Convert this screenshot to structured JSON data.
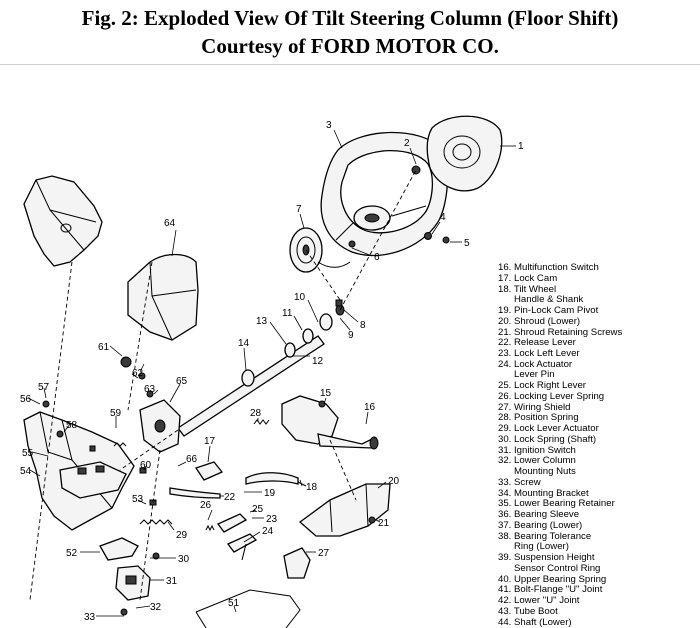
{
  "header": {
    "title": "Fig. 2: Exploded View Of Tilt Steering Column (Floor Shift)",
    "courtesy": "Courtesy of FORD MOTOR CO."
  },
  "callouts": [
    "1",
    "2",
    "3",
    "4",
    "5",
    "6",
    "7",
    "8",
    "9",
    "10",
    "11",
    "12",
    "13",
    "14",
    "15",
    "16",
    "17",
    "18",
    "19",
    "20",
    "21",
    "22",
    "23",
    "24",
    "25",
    "26",
    "27",
    "28",
    "29",
    "30",
    "31",
    "32",
    "33",
    "51",
    "52",
    "53",
    "54",
    "55",
    "56",
    "57",
    "58",
    "59",
    "60",
    "61",
    "62",
    "63",
    "64",
    "65",
    "66"
  ],
  "legend": [
    "16. Multifunction Switch",
    "17. Lock Cam",
    "18. Tilt Wheel",
    "Handle & Shank",
    "19. Pin-Lock Cam Pivot",
    "20. Shroud (Lower)",
    "21. Shroud Retaining Screws",
    "22. Release Lever",
    "23. Lock Left Lever",
    "24. Lock Actuator",
    "Lever Pin",
    "25. Lock Right Lever",
    "26. Locking Lever Spring",
    "27. Wiring Shield",
    "28. Position Spring",
    "29. Lock Lever Actuator",
    "30. Lock Spring (Shaft)",
    "31. Ignition Switch",
    "32. Lower Column",
    "Mounting Nuts",
    "33. Screw",
    "34. Mounting Bracket",
    "35. Lower Bearing Retainer",
    "36. Bearing Sleeve",
    "37. Bearing (Lower)",
    "38. Bearing Tolerance",
    "Ring (Lower)",
    "39. Suspension Height",
    "Sensor Control Ring",
    "40. Upper Bearing Spring",
    "41. Bolt-Flange \"U\" Joint",
    "42. Lower \"U\" Joint",
    "43. Tube Boot",
    "44. Shaft (Lower)"
  ]
}
